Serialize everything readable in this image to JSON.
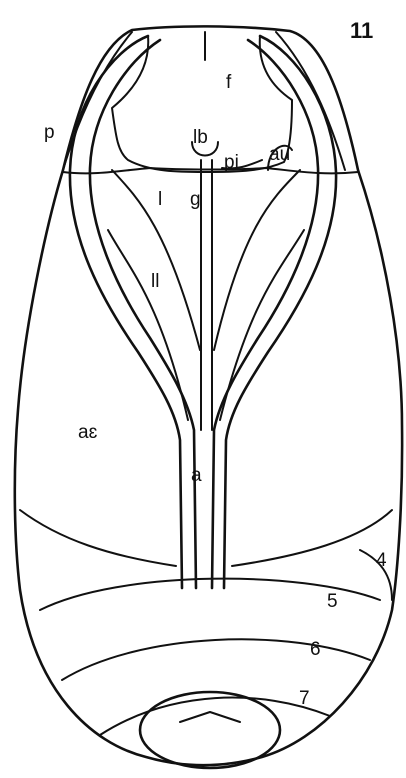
{
  "figure": {
    "number": "11",
    "labels": {
      "f": "f",
      "p": "p",
      "lb": "lb",
      "pi": "pi",
      "au": "au",
      "l": "l",
      "g": "g",
      "ll": "ll",
      "ae": "aɛ",
      "a": "a",
      "seg4": "4",
      "seg5": "5",
      "seg6": "6",
      "seg7": "7"
    }
  }
}
